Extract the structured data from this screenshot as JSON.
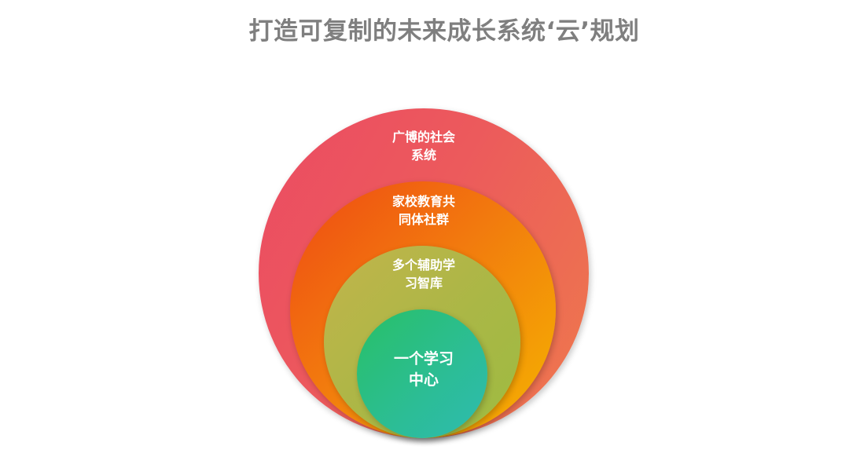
{
  "title": "打造可复制的未来成长系统‘云’规划",
  "circles": [
    {
      "line1": "广博的社会",
      "line2": "系统",
      "color": "#ec5a5c"
    },
    {
      "line1": "家校教育共",
      "line2": "同体社群",
      "color": "#f27a0e"
    },
    {
      "line1": "多个辅助学",
      "line2": "习智库",
      "color": "#aab746"
    },
    {
      "line1": "一个学习",
      "line2": "中心",
      "color": "#2cbd96"
    }
  ]
}
